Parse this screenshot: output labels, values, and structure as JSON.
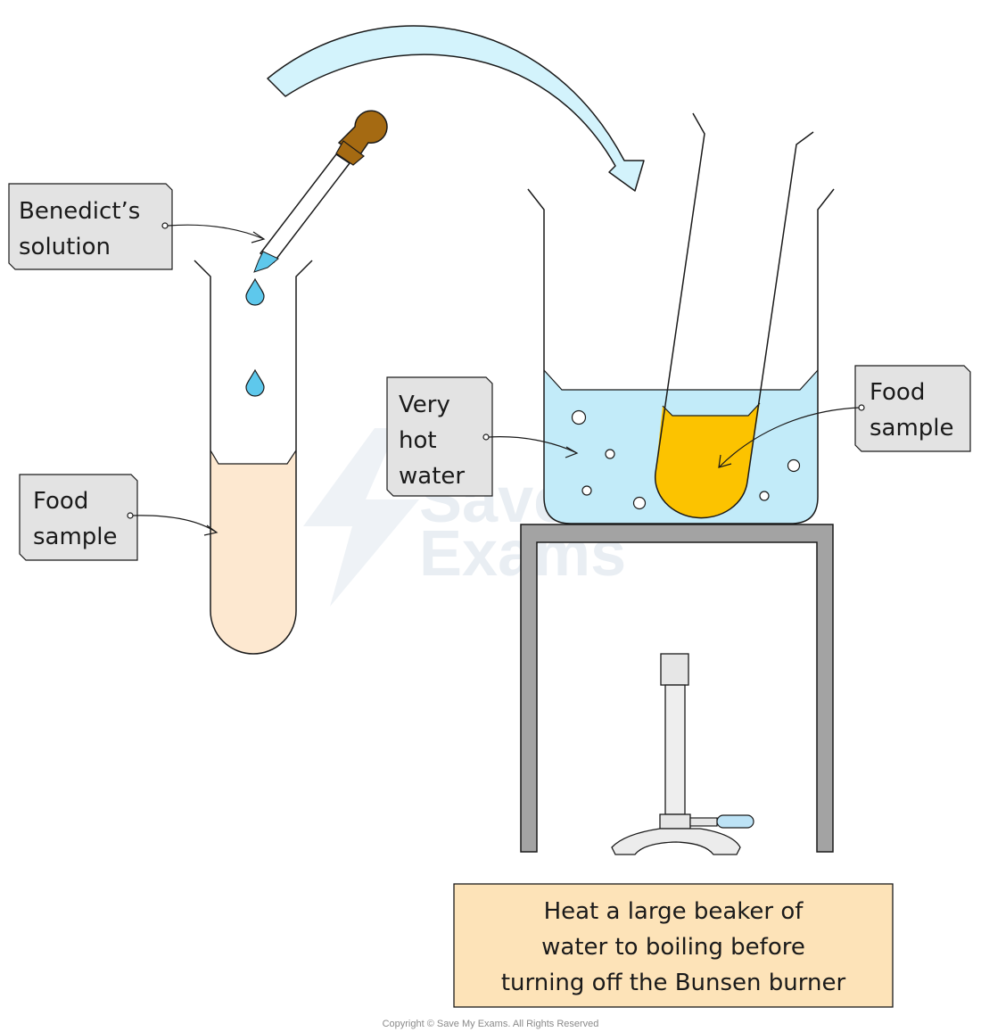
{
  "labels": {
    "benedicts_line1": "Benedict’s",
    "benedicts_line2": "solution",
    "food_left_line1": "Food",
    "food_left_line2": "sample",
    "water_line1": "Very",
    "water_line2": "hot",
    "water_line3": "water",
    "food_right_line1": "Food",
    "food_right_line2": "sample"
  },
  "caption": {
    "line1": "Heat a large beaker of",
    "line2": "water to boiling before",
    "line3": "turning off the  Bunsen burner"
  },
  "watermark": {
    "line1": "Save My",
    "line2": "Exams"
  },
  "copyright": "Copyright © Save My Exams. All Rights Reserved",
  "colors": {
    "label_bg": "#e3e3e3",
    "caption_bg": "#fde3b8",
    "water": "#c2ebf9",
    "benedicts_drop": "#5ec8ec",
    "food_sample_left": "#fde8d0",
    "food_sample_right": "#fcc300",
    "dropper_bulb": "#a56a12",
    "tripod": "#a3a3a3",
    "arrow_fill": "#d3f3fc"
  }
}
